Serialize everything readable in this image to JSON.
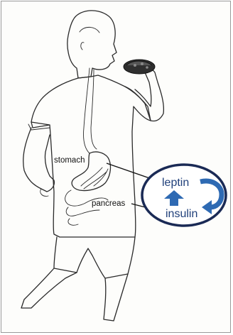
{
  "labels": {
    "stomach": "stomach",
    "pancreas": "pancreas",
    "leptin": "leptin",
    "insulin": "insulin"
  },
  "colors": {
    "hormone_text": "#1f3f7a",
    "arrow_fill": "#2e6ab3",
    "ellipse_stroke": "#1a2a55"
  },
  "icons": {
    "food": "food-icon",
    "up_arrow": "up-arrow-icon",
    "feedback_arrow": "feedback-arrow-icon"
  }
}
